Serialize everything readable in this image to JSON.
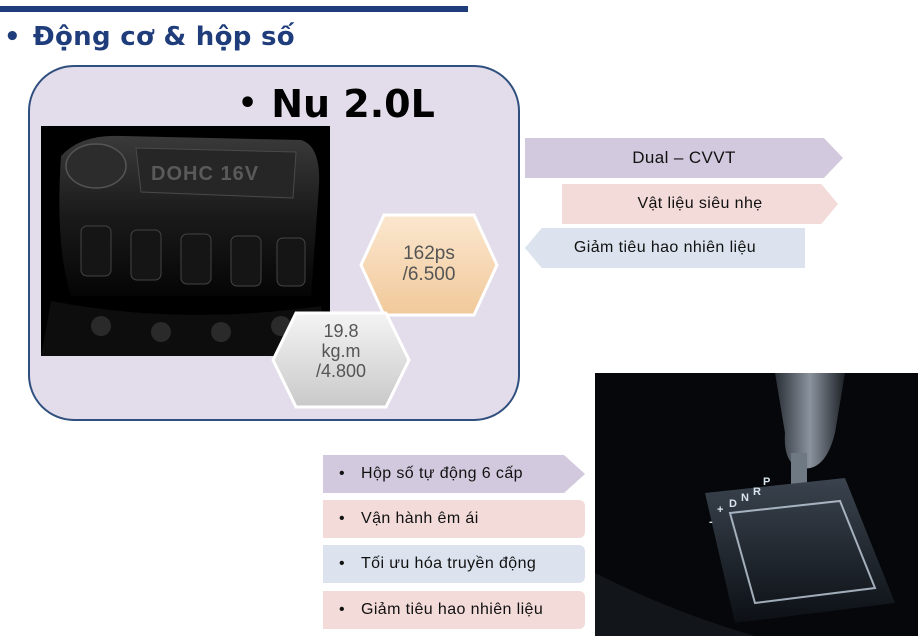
{
  "heading": {
    "bullet": "•",
    "text": "Động cơ & hộp số"
  },
  "engine": {
    "bullet": "•",
    "name": "Nu 2.0L",
    "image_label": "DOHC 16V",
    "power": {
      "line1": "162ps",
      "line2": "/6.500"
    },
    "torque": {
      "line1": "19.8",
      "line2": "kg.m",
      "line3": "/4.800"
    }
  },
  "features": [
    "Dual – CVVT",
    "Vật liệu siêu nhẹ",
    "Giảm tiêu hao nhiên liệu"
  ],
  "transmission": {
    "items": [
      {
        "bullet": "•",
        "label": "Hộp số tự động 6 cấp"
      },
      {
        "bullet": "•",
        "label": "Vận hành êm ái"
      },
      {
        "bullet": "•",
        "label": "Tối ưu hóa truyền động"
      },
      {
        "bullet": "•",
        "label": "Giảm tiêu hao nhiên liệu"
      }
    ],
    "shifter_labels": [
      "P",
      "R",
      "N",
      "D",
      "+",
      "-"
    ]
  },
  "colors": {
    "accent": "#1f3d7a",
    "panel": "#e3dcea",
    "lavender": "#d2c9de",
    "pink": "#f2dbd9",
    "blue_grey": "#dce3ee",
    "power_hex": "#f7dcbc",
    "torque_hex": "#e6e6e6"
  }
}
